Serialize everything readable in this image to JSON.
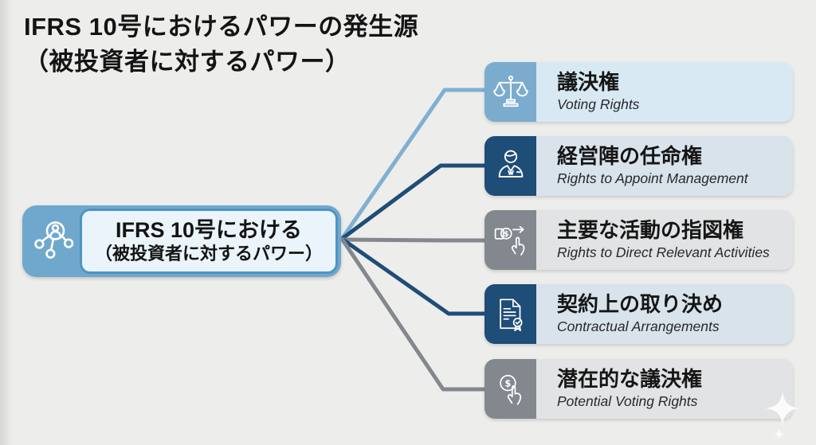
{
  "title": {
    "line1": "IFRS 10号におけるパワーの発生源",
    "line2": "（被投資者に対するパワー）"
  },
  "root": {
    "line1": "IFRS 10号における",
    "line2": "（被投資者に対するパワー）",
    "icon": "org-network-icon"
  },
  "branches": [
    {
      "title_jp": "議決権",
      "title_en": "Voting Rights",
      "icon": "balance-scale-icon",
      "accent_color": "#7BACCE",
      "panel_color": "#D8E9F3",
      "connector_color": "#7FB0D2"
    },
    {
      "title_jp": "経営陣の任命権",
      "title_en": "Rights to Appoint Management",
      "icon": "manager-icon",
      "accent_color": "#1E4D78",
      "panel_color": "#D9E3EB",
      "connector_color": "#1E4D78"
    },
    {
      "title_jp": "主要な活動の指図権",
      "title_en": "Rights to Direct Relevant Activities",
      "icon": "money-direction-icon",
      "accent_color": "#82888E",
      "panel_color": "#E1E3E5",
      "connector_color": "#82888E"
    },
    {
      "title_jp": "契約上の取り決め",
      "title_en": "Contractual Arrangements",
      "icon": "contract-seal-icon",
      "accent_color": "#1E4D78",
      "panel_color": "#D9E3EB",
      "connector_color": "#1E4D78"
    },
    {
      "title_jp": "潜在的な議決権",
      "title_en": "Potential Voting Rights",
      "icon": "coin-click-icon",
      "accent_color": "#82888E",
      "panel_color": "#E1E3E5",
      "connector_color": "#82888E"
    }
  ],
  "colors": {
    "background": "#EDEDEB",
    "root_fill": "#6FA8CC",
    "root_panel_fill": "#EAF4FA",
    "root_panel_border": "#4E94C4",
    "title_text": "#141414",
    "branch_text_jp": "#161616",
    "branch_text_en": "#26282B"
  },
  "decor": {
    "sparkle": "sparkle-icon"
  }
}
